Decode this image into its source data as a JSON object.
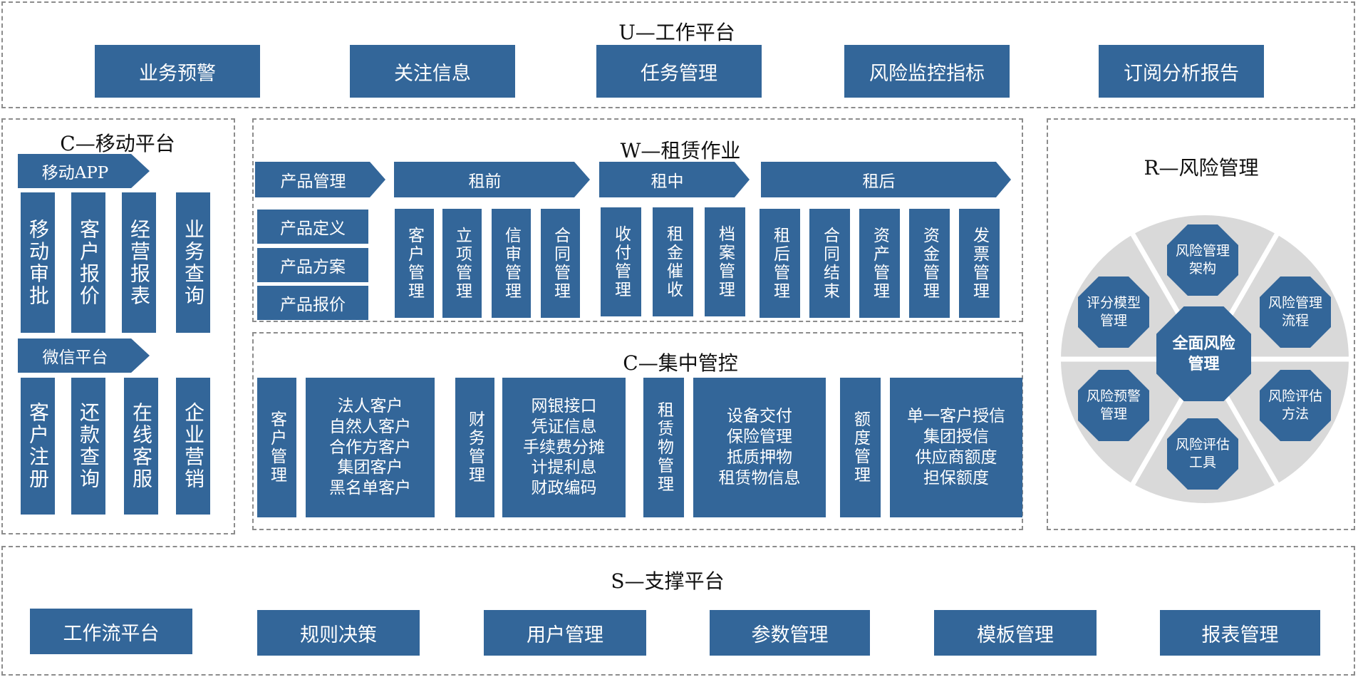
{
  "colors": {
    "box": "#336699",
    "dashed_border": "#8c8c8c",
    "wheel_bg": "#d9d9d9"
  },
  "u_platform": {
    "title": "U—工作平台",
    "items": [
      "业务预警",
      "关注信息",
      "任务管理",
      "风险监控指标",
      "订阅分析报告"
    ]
  },
  "c_mobile": {
    "title": "C—移动平台",
    "app_label": "移动APP",
    "app_items": [
      "移动审批",
      "客户报价",
      "经营报表",
      "业务查询"
    ],
    "wechat_label": "微信平台",
    "wechat_items": [
      "客户注册",
      "还款查询",
      "在线客服",
      "企业营销"
    ]
  },
  "w_lease": {
    "title": "W—租赁作业",
    "product": {
      "label": "产品管理",
      "items": [
        "产品定义",
        "产品方案",
        "产品报价"
      ]
    },
    "pre": {
      "label": "租前",
      "items": [
        "客户管理",
        "立项管理",
        "信审管理",
        "合同管理"
      ]
    },
    "mid": {
      "label": "租中",
      "items": [
        "收付管理",
        "租金催收",
        "档案管理"
      ]
    },
    "post": {
      "label": "租后",
      "items": [
        "租后管理",
        "合同结束",
        "资产管理",
        "资金管理",
        "发票管理"
      ]
    }
  },
  "c_central": {
    "title": "C—集中管控",
    "groups": [
      {
        "head": "客户管理",
        "lines": [
          "法人客户",
          "自然人客户",
          "合作方客户",
          "集团客户",
          "黑名单客户"
        ]
      },
      {
        "head": "财务管理",
        "lines": [
          "网银接口",
          "凭证信息",
          "手续费分摊",
          "计提利息",
          "财政编码"
        ]
      },
      {
        "head": "租赁物管理",
        "lines": [
          "设备交付",
          "保险管理",
          "抵质押物",
          "租赁物信息"
        ]
      },
      {
        "head": "额度管理",
        "lines": [
          "单一客户授信",
          "集团授信",
          "供应商额度",
          "担保额度"
        ]
      }
    ]
  },
  "r_risk": {
    "title": "R—风险管理",
    "center": [
      "全面风险",
      "管理"
    ],
    "nodes": [
      [
        "风险管理",
        "架构"
      ],
      [
        "风险管理",
        "流程"
      ],
      [
        "风险评估",
        "方法"
      ],
      [
        "风险评估",
        "工具"
      ],
      [
        "风险预警",
        "管理"
      ],
      [
        "评分模型",
        "管理"
      ]
    ]
  },
  "s_support": {
    "title": "S—支撑平台",
    "items": [
      "工作流平台",
      "规则决策",
      "用户管理",
      "参数管理",
      "模板管理",
      "报表管理"
    ]
  }
}
